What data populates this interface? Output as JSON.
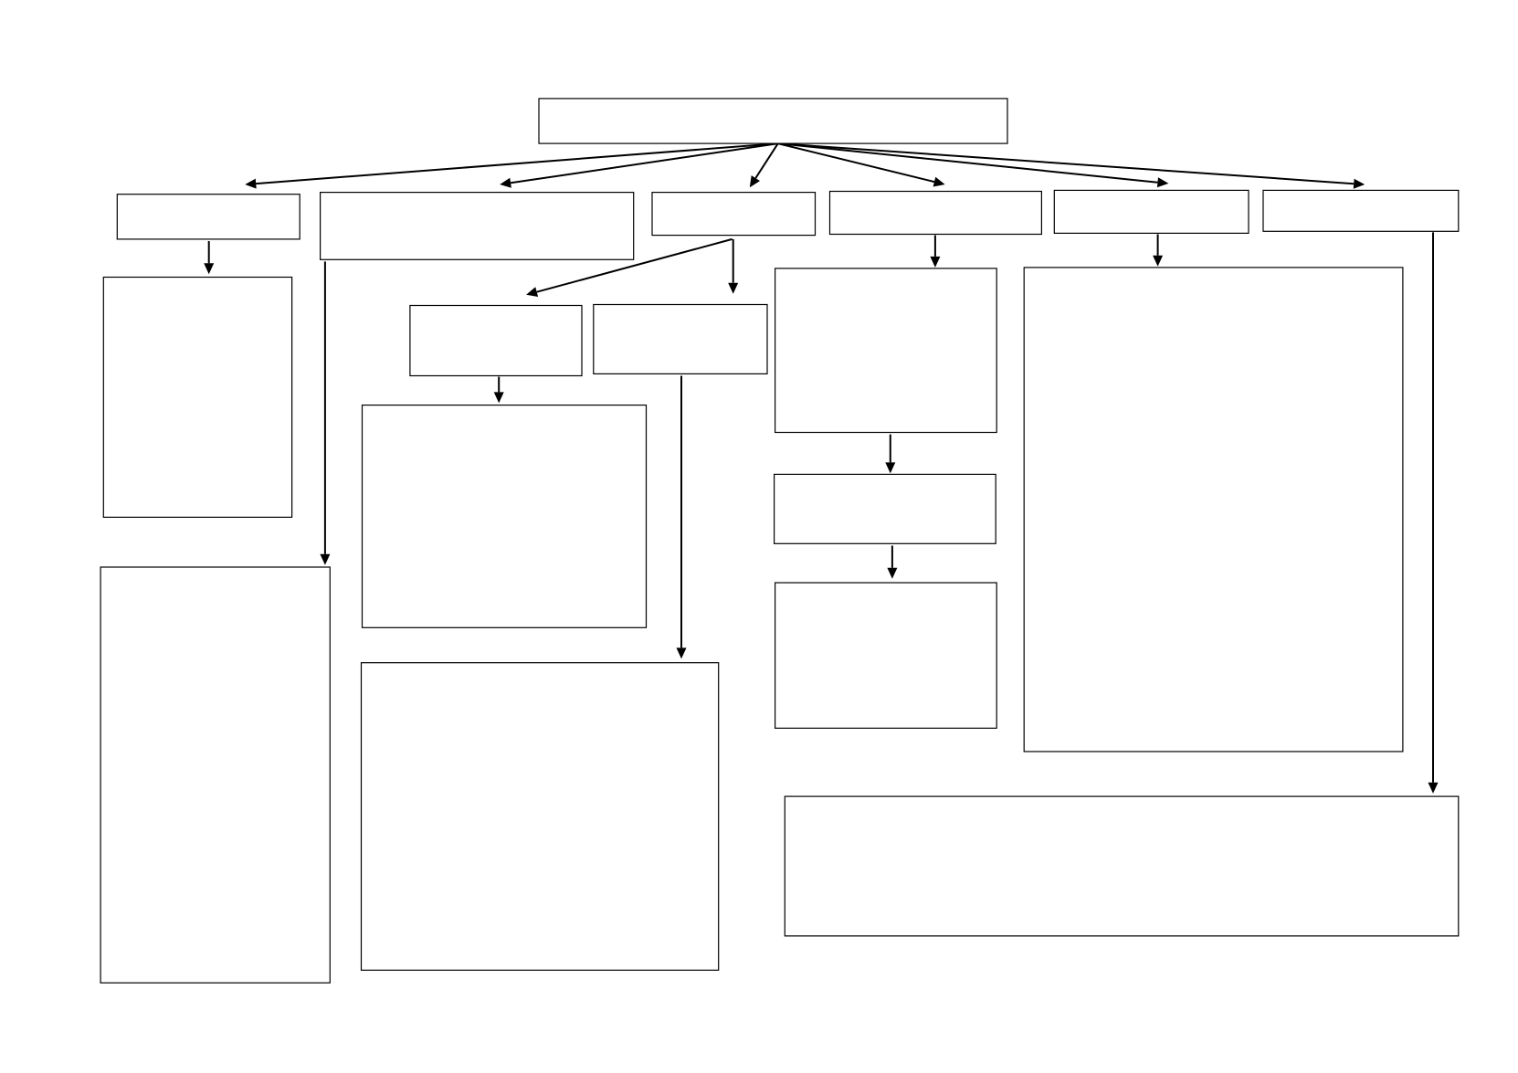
{
  "diagram": {
    "type": "flowchart",
    "nodes": [
      {
        "id": "root",
        "label": ""
      },
      {
        "id": "branch-1",
        "label": ""
      },
      {
        "id": "branch-2",
        "label": ""
      },
      {
        "id": "branch-3",
        "label": ""
      },
      {
        "id": "branch-4",
        "label": ""
      },
      {
        "id": "branch-5",
        "label": ""
      },
      {
        "id": "branch-6",
        "label": ""
      },
      {
        "id": "b1-detail",
        "label": ""
      },
      {
        "id": "b2-detail",
        "label": ""
      },
      {
        "id": "b3-sub-a",
        "label": ""
      },
      {
        "id": "b3-sub-b",
        "label": ""
      },
      {
        "id": "b3a-detail",
        "label": ""
      },
      {
        "id": "b3b-detail",
        "label": ""
      },
      {
        "id": "b4-detail-1",
        "label": ""
      },
      {
        "id": "b4-detail-2",
        "label": ""
      },
      {
        "id": "b4-detail-3",
        "label": ""
      },
      {
        "id": "b5-detail",
        "label": ""
      },
      {
        "id": "b6-detail",
        "label": ""
      }
    ],
    "edges": [
      {
        "from": "root",
        "to": "branch-1"
      },
      {
        "from": "root",
        "to": "branch-2"
      },
      {
        "from": "root",
        "to": "branch-3"
      },
      {
        "from": "root",
        "to": "branch-4"
      },
      {
        "from": "root",
        "to": "branch-5"
      },
      {
        "from": "root",
        "to": "branch-6"
      },
      {
        "from": "branch-1",
        "to": "b1-detail"
      },
      {
        "from": "branch-2",
        "to": "b2-detail"
      },
      {
        "from": "branch-3",
        "to": "b3-sub-a"
      },
      {
        "from": "branch-3",
        "to": "b3-sub-b"
      },
      {
        "from": "b3-sub-a",
        "to": "b3a-detail"
      },
      {
        "from": "b3-sub-b",
        "to": "b3b-detail"
      },
      {
        "from": "branch-4",
        "to": "b4-detail-1"
      },
      {
        "from": "b4-detail-1",
        "to": "b4-detail-2"
      },
      {
        "from": "b4-detail-2",
        "to": "b4-detail-3"
      },
      {
        "from": "branch-5",
        "to": "b5-detail"
      },
      {
        "from": "branch-6",
        "to": "b6-detail"
      }
    ]
  }
}
